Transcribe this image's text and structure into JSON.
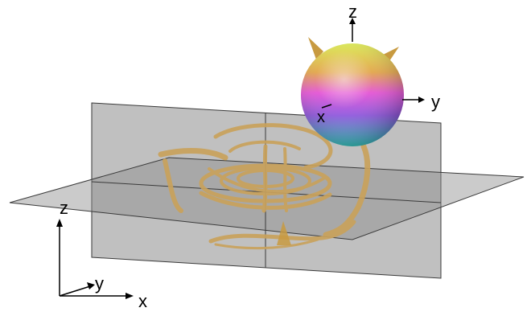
{
  "global_axes": {
    "x": "x",
    "y": "y",
    "z": "z"
  },
  "sphere_axes": {
    "x": "x",
    "y": "y",
    "z": "z"
  },
  "colors": {
    "plane_fill": "#8c8c8c",
    "plane_edge": "#3a3a3a",
    "ribbon": "#c9a25c",
    "ribbon_edge": "#9c7a3a",
    "spike": "#c89a40",
    "sphere_top": "#d9e84a",
    "sphere_mid": "#e24bd2",
    "sphere_low": "#8b4fe0",
    "sphere_bottom": "#2fd0c8"
  }
}
